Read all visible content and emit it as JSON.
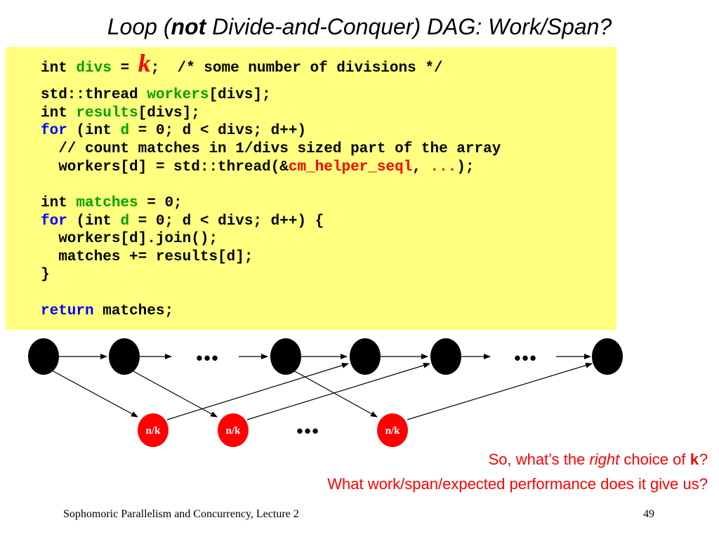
{
  "title": {
    "pre": "Loop (",
    "bold": "not",
    "post": " Divide-and-Conquer) DAG: Work/Span?"
  },
  "code": {
    "line1": {
      "a": "int ",
      "b": "divs",
      "c": " = ",
      "d": "k",
      "e": ";  /* some number of divisions */"
    },
    "line2": {
      "a": "std::thread ",
      "b": "workers",
      "c": "[divs];"
    },
    "line3": {
      "a": "int ",
      "b": "results",
      "c": "[divs];"
    },
    "line4": {
      "a": "for",
      "b": " (int ",
      "c": "d",
      "d": " = 0; d < divs; d++)"
    },
    "line5": {
      "a": "  // count matches in 1/divs sized part of the array"
    },
    "line6": {
      "a": "  workers[d] = std::thread(&",
      "b": "cm_helper_seql",
      "c": ", ",
      "d": "...",
      "e": ");"
    },
    "line7": {
      "a": "int ",
      "b": "matches",
      "c": " = 0;"
    },
    "line8": {
      "a": "for",
      "b": " (int ",
      "c": "d",
      "d": " = 0; d < divs; d++) {"
    },
    "line9": {
      "a": "  workers[d].join();"
    },
    "line10": {
      "a": "  matches += results[d];"
    },
    "line11": {
      "a": "}"
    },
    "line12": {
      "a": "return",
      "b": " matches;"
    }
  },
  "dag": {
    "ellipsis": "•••",
    "leaf_label": "n/k"
  },
  "question": {
    "line1_pre": "So, what’s the ",
    "line1_italic": "right",
    "line1_mid": " choice of ",
    "line1_k": "k",
    "line1_end": "?",
    "line2": "What work/span/expected performance does it give us?"
  },
  "footer": {
    "left": "Sophomoric Parallelism and Concurrency, Lecture 2",
    "right": "49"
  },
  "colors": {
    "keyword": "#0000ff",
    "variable": "#00a000",
    "highlight": "#ff0000",
    "code_bg": "#ffff80"
  }
}
